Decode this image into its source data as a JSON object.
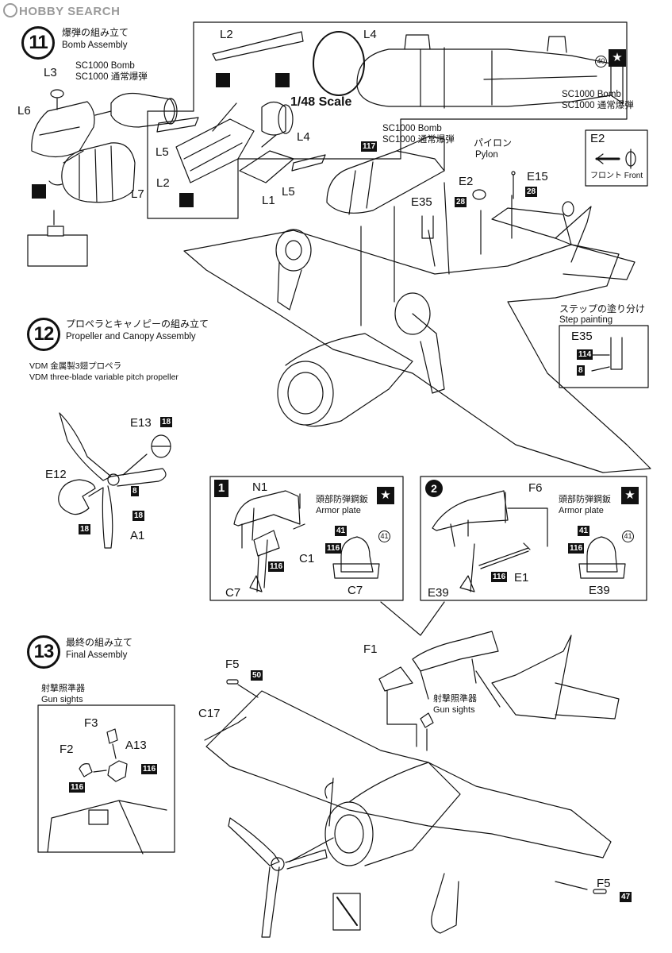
{
  "watermark": "HOBBY SEARCH",
  "step11": {
    "number": "11",
    "title_ja": "爆弾の組み立て",
    "title_en": "Bomb Assembly",
    "bomb_label_1": "SC1000 Bomb",
    "bomb_label_2": "SC1000 通常爆弾",
    "scale_label": "1/48 Scale",
    "parts": [
      "L3",
      "L6",
      "L7",
      "L2",
      "L4",
      "L5",
      "L2",
      "L1",
      "L5",
      "L4"
    ],
    "big_bomb_label_1": "SC1000 Bomb",
    "big_bomb_label_2": "SC1000 通常爆弾",
    "decal_40": "40"
  },
  "mount": {
    "bomb_label_1": "SC1000 Bomb",
    "bomb_label_2": "SC1000 通常爆弾",
    "pylon_ja": "パイロン",
    "pylon_en": "Pylon",
    "paint_117": "117",
    "e2": "E2",
    "e2_paint": "28",
    "e15": "E15",
    "e15_paint": "28",
    "e35": "E35",
    "front_box_label": "E2",
    "front_box_text": "フロント Front",
    "step_paint_ja": "ステップの塗り分け",
    "step_paint_en": "Step painting",
    "step_paint_part": "E35",
    "step_paint_114": "114",
    "step_paint_8": "8"
  },
  "step12": {
    "number": "12",
    "title_ja": "プロペラとキャノピーの組み立て",
    "title_en": "Propeller and Canopy Assembly",
    "prop_ja": "VDM 金属製3翅プロペラ",
    "prop_en": "VDM three-blade variable pitch propeller",
    "e13": "E13",
    "e13_paint": "18",
    "e12": "E12",
    "e12_paint": "18",
    "a1": "A1",
    "a1_paint": "18",
    "blade_paint": "8"
  },
  "canopy1": {
    "number": "1",
    "n1": "N1",
    "c1": "C1",
    "c1_paint": "116",
    "c7": "C7",
    "armor_ja": "頭部防弾鋼鈑",
    "armor_en": "Armor plate",
    "paint_41": "41",
    "paint_116": "116",
    "circle_41": "41",
    "c7_label": "C7"
  },
  "canopy2": {
    "number": "2",
    "f6": "F6",
    "e1": "E1",
    "e1_paint": "116",
    "e39": "E39",
    "armor_ja": "頭部防弾鋼鈑",
    "armor_en": "Armor plate",
    "paint_41": "41",
    "paint_116": "116",
    "circle_41": "41",
    "e39_label": "E39"
  },
  "step13": {
    "number": "13",
    "title_ja": "最終の組み立て",
    "title_en": "Final Assembly",
    "gun_ja": "射撃照準器",
    "gun_en": "Gun sights",
    "f3": "F3",
    "a13": "A13",
    "f2": "F2",
    "a13_paint": "116",
    "f2_paint": "116",
    "f5_top": "F5",
    "f5_top_paint": "50",
    "c17": "C17",
    "f1": "F1",
    "gun2_ja": "射撃照準器",
    "gun2_en": "Gun sights",
    "f5_bottom": "F5",
    "f5_bottom_paint": "47"
  }
}
